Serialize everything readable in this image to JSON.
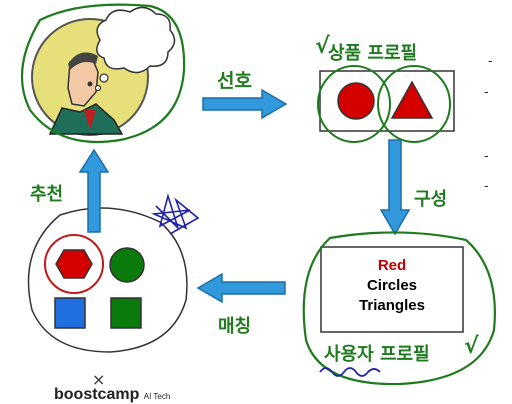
{
  "labels": {
    "preference": "선호",
    "product_profile": "상품 프로필",
    "composition": "구성",
    "user_profile": "사용자 프로필",
    "matching": "매칭",
    "recommendation": "추천",
    "check_mark": "√"
  },
  "user_profile_box": {
    "line1": "Red",
    "line2": "Circles",
    "line3": "Triangles"
  },
  "bullets": [
    "-",
    "-",
    "-",
    "-"
  ],
  "footer": {
    "x_mark": "×",
    "brand": "boostcamp",
    "brand_sub": "AI Tech"
  },
  "colors": {
    "arrow_fill": "#3399dd",
    "arrow_stroke": "#1a6fa8",
    "annotation_green": "#1e7b1e",
    "shape_red": "#d40000",
    "shape_green": "#0a7a0a",
    "shape_blue": "#1f6fe0",
    "text_red": "#c00000"
  }
}
